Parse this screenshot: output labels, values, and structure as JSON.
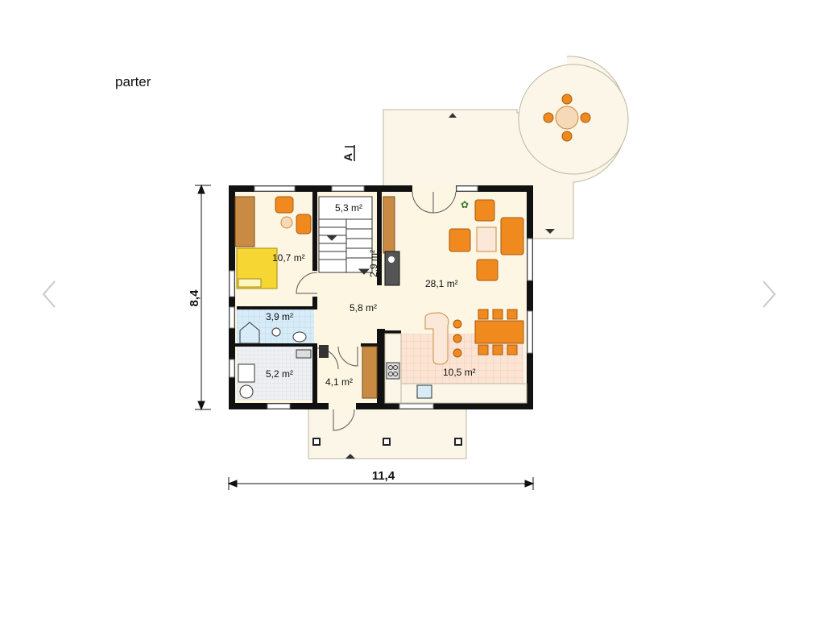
{
  "page": {
    "title": "parter"
  },
  "navigation": {
    "prev_icon": "chevron-left-icon",
    "next_icon": "chevron-right-icon"
  },
  "plan": {
    "dimensions": {
      "width": "11,4",
      "depth": "8,4"
    },
    "section_marker": "A",
    "rooms": {
      "bedroom": "10,7 m²",
      "stairs": "5,3 m²",
      "storage": "2,9 m²",
      "living": "28,1 m²",
      "hall": "5,8 m²",
      "bathroom": "3,9 m²",
      "kitchen": "10,5 m²",
      "utility": "5,2 m²",
      "vestibule": "4,1 m²"
    },
    "colors": {
      "wall": "#111111",
      "floor": "#fdf6e3",
      "terrace": "#fbf6e7",
      "tile_floor": "#fbe4d4",
      "bathroom_tile": "#cfe6f3",
      "furniture": "#f08a1e"
    }
  }
}
